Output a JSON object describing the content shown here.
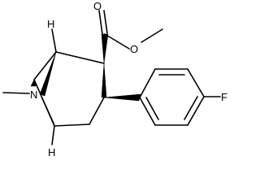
{
  "atom_labels": {
    "bridgehead_h_top": "H",
    "bridgehead_h_bottom": "H",
    "nitrogen": "N",
    "fluorine": "F",
    "carbonyl_oxygen": "O",
    "ester_oxygen": "O"
  }
}
